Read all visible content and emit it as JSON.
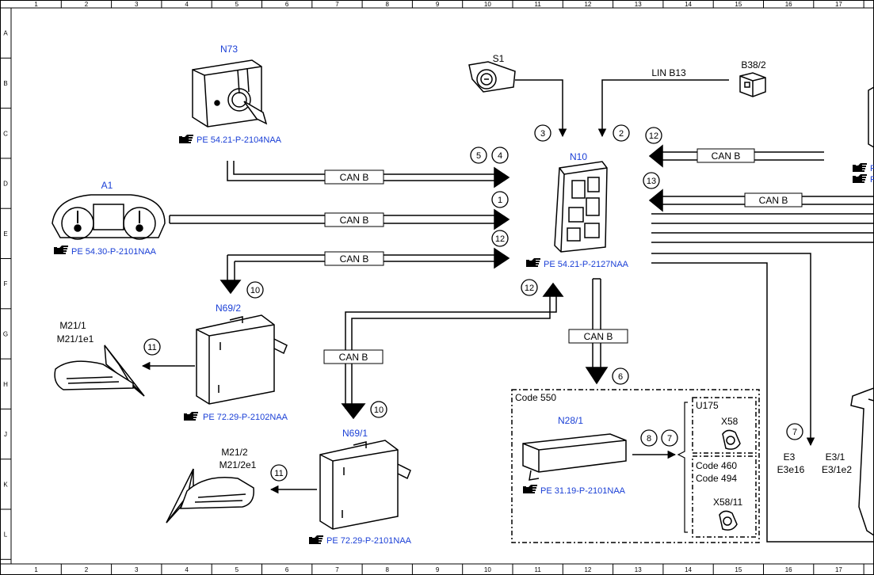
{
  "columns": [
    "1",
    "2",
    "3",
    "4",
    "5",
    "6",
    "7",
    "8",
    "9",
    "10",
    "11",
    "12",
    "13",
    "14",
    "15",
    "16",
    "17"
  ],
  "rows": [
    "A",
    "B",
    "C",
    "D",
    "E",
    "F",
    "G",
    "H",
    "J",
    "K",
    "L"
  ],
  "components": {
    "n73": {
      "name": "N73",
      "ref": "PE 54.21-P-2104NAA"
    },
    "s1": {
      "name": "S1"
    },
    "b38_2": {
      "name": "B38/2"
    },
    "n10": {
      "name": "N10",
      "ref": "PE 54.21-P-2127NAA"
    },
    "a1": {
      "name": "A1",
      "ref": "PE 54.30-P-2101NAA"
    },
    "n69_2": {
      "name": "N69/2",
      "ref": "PE 72.29-P-2102NAA"
    },
    "n69_1": {
      "name": "N69/1",
      "ref": "PE 72.29-P-2101NAA"
    },
    "m21_1": {
      "line1": "M21/1",
      "line2": "M21/1e1"
    },
    "m21_2": {
      "line1": "M21/2",
      "line2": "M21/2e1"
    },
    "n28_1": {
      "name": "N28/1",
      "ref": "PE 31.19-P-2101NAA"
    },
    "e3": {
      "line1": "E3",
      "line2": "E3e16"
    },
    "e3_1": {
      "line1": "E3/1",
      "line2": "E3/1e2"
    }
  },
  "bus_labels": {
    "can_b": "CAN B",
    "lin_b13": "LIN B13"
  },
  "code_box": {
    "code550": "Code 550",
    "u175": "U175",
    "x58": "X58",
    "code460": "Code 460",
    "code494": "Code 494",
    "x58_11": "X58/11"
  },
  "markers": {
    "m1": "1",
    "m2": "2",
    "m3": "3",
    "m4": "4",
    "m5": "5",
    "m6": "6",
    "m7": "7",
    "m8": "8",
    "m10": "10",
    "m11": "11",
    "m12": "12",
    "m13": "13"
  },
  "edge_refs": {
    "r1": "P",
    "r2": "P"
  }
}
